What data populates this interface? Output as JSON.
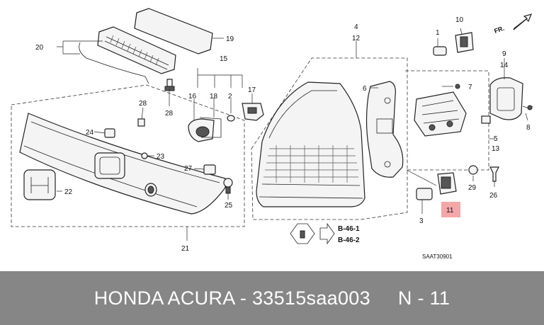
{
  "diagram": {
    "direction_label": "FR.",
    "callouts": [
      "1",
      "2",
      "3",
      "4",
      "5",
      "6",
      "7",
      "8",
      "9",
      "10",
      "11",
      "12",
      "13",
      "14",
      "15",
      "16",
      "17",
      "18",
      "19",
      "20",
      "21",
      "22",
      "23",
      "24",
      "25",
      "26",
      "27",
      "28",
      "29"
    ],
    "highlighted_callout": "11",
    "reference_codes": [
      "B-46-1",
      "B-46-2"
    ],
    "drawing_code": "SAAT30901"
  },
  "footer": {
    "text": "HONDA ACURA - 33515saa003     N - 11",
    "background": "#868686"
  },
  "colors": {
    "highlight": "#f4a7a7"
  }
}
